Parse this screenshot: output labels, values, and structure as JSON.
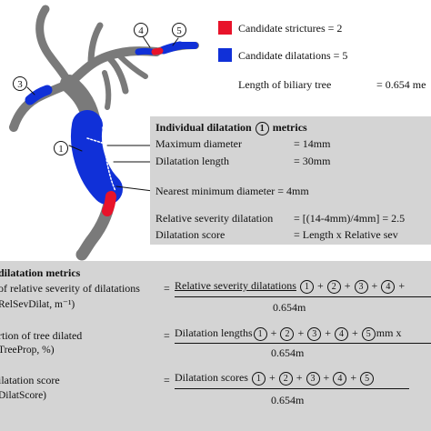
{
  "legend": {
    "strictures": "Candidate strictures = 2",
    "dilatations": "Candidate dilatations = 5",
    "length_label": "Length of biliary tree",
    "length_value": "= 0.654 me",
    "colors": {
      "stricture": "#e8132a",
      "dilatation": "#1030d8",
      "tree": "#7a7a7a"
    }
  },
  "tree_labels": [
    "1",
    "3",
    "4",
    "5"
  ],
  "individual": {
    "title_pre": "Individual dilatation",
    "title_num": "1",
    "title_post": "metrics",
    "rows": [
      {
        "label": "Maximum diameter",
        "value": "= 14mm"
      },
      {
        "label": "Dilatation length",
        "value": "= 30mm"
      },
      {
        "label": "Nearest minimum diameter = 4mm",
        "value": ""
      },
      {
        "label": "Relative severity dilatation",
        "value": "= [(14-4mm)/4mm] = 2.5"
      },
      {
        "label": "Dilatation score",
        "value": "= Length x Relative sev"
      }
    ]
  },
  "bottom": {
    "title": "dilatation metrics",
    "m1": {
      "label1": "of relative severity of dilatations",
      "label2": "RelSevDilat, m⁻¹)",
      "eq": "=",
      "numerator": "Relative severity dilatations",
      "nums": [
        "1",
        "2",
        "3",
        "4"
      ],
      "tail": "+",
      "denominator": "0.654m"
    },
    "m2": {
      "label1": "rtion of tree dilated",
      "label2": "TreeProp, %)",
      "eq": "=",
      "numerator": "Dilatation lengths",
      "nums": [
        "1",
        "2",
        "3",
        "4",
        "5"
      ],
      "unit": "mm",
      "tail": "x",
      "denominator": "0.654m"
    },
    "m3": {
      "label1": "ilatation score",
      "label2": "DilatScore)",
      "eq": "=",
      "numerator": "Dilatation scores",
      "nums": [
        "1",
        "2",
        "3",
        "4",
        "5"
      ],
      "denominator": "0.654m"
    }
  }
}
